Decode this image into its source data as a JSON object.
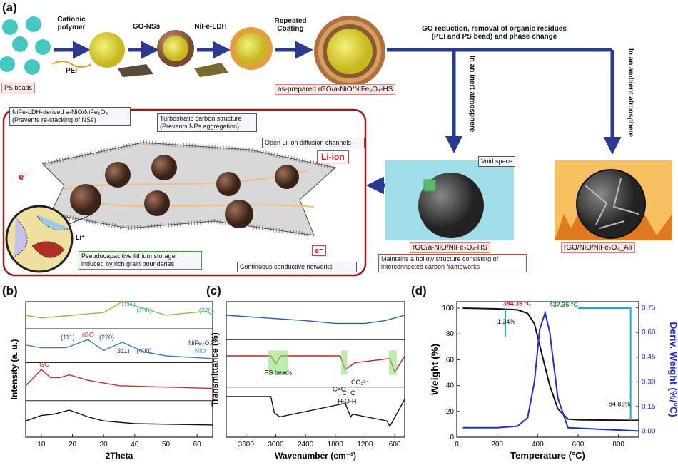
{
  "panel_a": {
    "label": "(a)",
    "step_cationic": "Cationic polymer",
    "step_pei": "PEI",
    "step_gonss": "GO-NSs",
    "step_ldh": "NiFe-LDH",
    "step_repeat": "Repeated Coating",
    "ps_beads": "PS beads",
    "as_prepared": "as-prepared rGO/a-NiO/NiFe₂O₄-HS",
    "transform_note": "GO reduction, removal of organic residues (PEI and PS bead) and phase change",
    "inert": "In an inert atmosphere",
    "ambient": "In an ambient atmosphere",
    "ldh_box": "NiFe-LDH-derived a-NiO/NiFe₂O₄ (Prevents re-stacking of NSs)",
    "turbo_box": "Turbostratic carbon structure (Prevents NPs aggregation)",
    "open_box": "Open Li-ion diffusion channels",
    "li_ion": "Li-ion",
    "e_minus": "e⁻",
    "li_plus": "Li⁺",
    "void_box": "Void space",
    "pseudo_box": "Pseudocapacitive lithium storage induced by rich grain boundaries",
    "conductive_box": "Continuous conductive networks",
    "hs_label": "rGO/a-NiO/NiFe₂O₄-HS",
    "hs_note": "Maintains a hollow structure consisting of interconnected carbon frameworks",
    "air_label": "rGO/NiO/NiFe₂O₄_Air",
    "colors": {
      "arrow": "#2a3b8f",
      "frame": "#a01818",
      "bead": "#44c8c0"
    }
  },
  "chart_data": [
    {
      "type": "line",
      "panel": "(b)",
      "xlabel": "2Theta",
      "ylabel": "Intensity (a. u.)",
      "xlim": [
        5,
        65
      ],
      "xticks": [
        10,
        20,
        30,
        40,
        50,
        60
      ],
      "annotations": [
        "(111)",
        "(200)",
        "(220)",
        "(111)",
        "rGO",
        "(220)",
        "(311)",
        "(400)",
        "GO",
        "NiFe₂O₄",
        "NiO"
      ],
      "series": [
        {
          "color": "#8cbf3f",
          "x": [
            5,
            10,
            20,
            30,
            36,
            43,
            50,
            63,
            65
          ],
          "y": [
            0.9,
            0.88,
            0.9,
            0.92,
            1.0,
            0.95,
            0.9,
            0.93,
            0.9
          ]
        },
        {
          "color": "#3a7fd0",
          "x": [
            5,
            10,
            18,
            25,
            30,
            36,
            43,
            50,
            65
          ],
          "y": [
            0.68,
            0.66,
            0.66,
            0.72,
            0.64,
            0.7,
            0.63,
            0.6,
            0.58
          ]
        },
        {
          "color": "#d42a2a",
          "x": [
            5,
            8,
            10,
            13,
            16,
            19,
            25,
            35,
            65
          ],
          "y": [
            0.38,
            0.45,
            0.5,
            0.44,
            0.44,
            0.46,
            0.42,
            0.38,
            0.36
          ]
        },
        {
          "color": "#111111",
          "x": [
            5,
            10,
            14,
            19,
            25,
            30,
            40,
            65
          ],
          "y": [
            0.12,
            0.16,
            0.17,
            0.2,
            0.15,
            0.12,
            0.1,
            0.09
          ]
        }
      ]
    },
    {
      "type": "line",
      "panel": "(c)",
      "xlabel": "Wavenumber (cm⁻¹)",
      "ylabel": "Transmittance (%)",
      "xlim": [
        4000,
        400
      ],
      "xticks": [
        3600,
        3000,
        2400,
        1800,
        1200,
        600
      ],
      "annotations": [
        "PS beads",
        "C=O",
        "C=C",
        "H-O-H",
        "CO₃²⁻"
      ],
      "series": [
        {
          "color": "#2d5fb8",
          "x": [
            4000,
            3200,
            2400,
            1800,
            1200,
            800,
            400
          ],
          "y": [
            0.9,
            0.88,
            0.86,
            0.84,
            0.84,
            0.86,
            0.9
          ]
        },
        {
          "color": "#c42020",
          "x": [
            4000,
            3100,
            3000,
            2900,
            1700,
            1600,
            1400,
            700,
            600,
            400
          ],
          "y": [
            0.6,
            0.6,
            0.54,
            0.6,
            0.6,
            0.5,
            0.55,
            0.58,
            0.48,
            0.6
          ]
        },
        {
          "color": "#111111",
          "x": [
            4000,
            3100,
            3030,
            2920,
            1600,
            1490,
            1450,
            760,
            700,
            400
          ],
          "y": [
            0.3,
            0.3,
            0.18,
            0.15,
            0.25,
            0.15,
            0.17,
            0.12,
            0.08,
            0.28
          ]
        }
      ]
    },
    {
      "type": "line",
      "panel": "(d)",
      "xlabel": "Temperature (°C)",
      "ylabel": "Weight (%)",
      "y2label": "Deriv. Weight (%/°C)",
      "xlim": [
        0,
        900
      ],
      "ylim": [
        0,
        105
      ],
      "y2lim": [
        -0.0375,
        0.7875
      ],
      "xticks": [
        0,
        200,
        400,
        600,
        800
      ],
      "yticks": [
        0,
        20,
        40,
        60,
        80,
        100
      ],
      "y2ticks": [
        0.0,
        0.15,
        0.3,
        0.45,
        0.6,
        0.75
      ],
      "annotations": [
        "384.39 °C",
        "437.36 °C",
        "-1.34%",
        "-84.85%"
      ],
      "series": [
        {
          "name": "Weight",
          "color": "#111111",
          "x": [
            30,
            200,
            300,
            350,
            384,
            420,
            460,
            500,
            550,
            600,
            900
          ],
          "y": [
            100,
            99.5,
            98.7,
            96,
            88,
            65,
            40,
            22,
            14,
            13.5,
            13
          ]
        },
        {
          "name": "Deriv. Weight",
          "color": "#1f2fd8",
          "x": [
            30,
            200,
            300,
            350,
            384,
            410,
            437,
            460,
            500,
            550,
            900
          ],
          "y": [
            0.02,
            0.02,
            0.03,
            0.08,
            0.3,
            0.62,
            0.72,
            0.6,
            0.2,
            0.02,
            0.0
          ]
        }
      ]
    }
  ]
}
